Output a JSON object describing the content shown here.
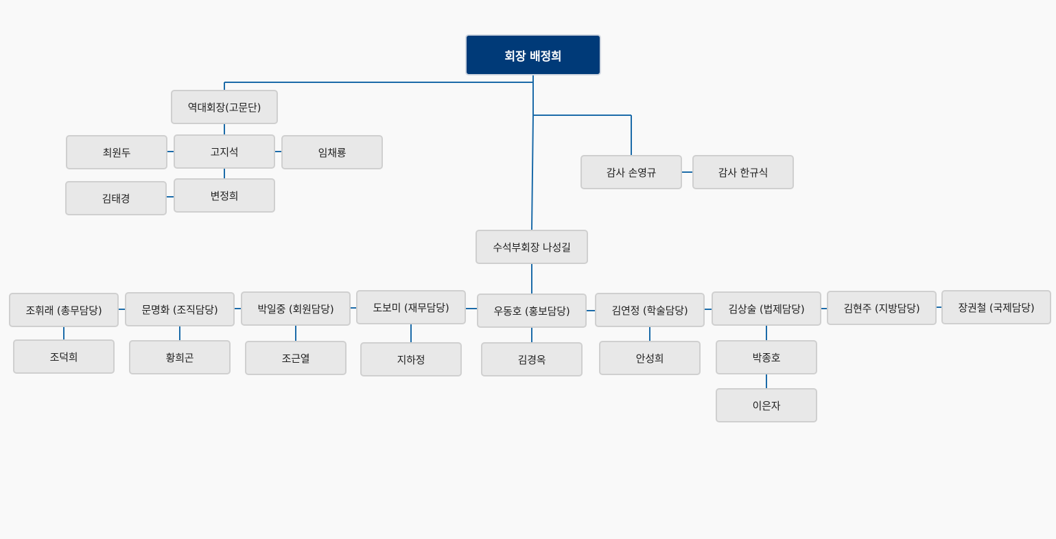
{
  "president": "회장 배정희",
  "advisors": {
    "head": "역대회장(고문단)",
    "members": [
      "최원두",
      "고지석",
      "임채룡",
      "김태경",
      "변정희"
    ]
  },
  "auditors": [
    "감사 손영규",
    "감사 한규식"
  ],
  "senior_vp": "수석부회장 나성길",
  "departments": [
    {
      "head": "조휘래 (총무담당)",
      "members": [
        "조덕희"
      ]
    },
    {
      "head": "문명화 (조직담당)",
      "members": [
        "황희곤"
      ]
    },
    {
      "head": "박일중 (회원담당)",
      "members": [
        "조근열"
      ]
    },
    {
      "head": "도보미 (재무담당)",
      "members": [
        "지하정"
      ]
    },
    {
      "head": "우동호 (홍보담당)",
      "members": [
        "김경옥"
      ]
    },
    {
      "head": "김연정 (학술담당)",
      "members": [
        "안성희"
      ]
    },
    {
      "head": "김상술 (법제담당)",
      "members": [
        "박종호",
        "이은자"
      ]
    },
    {
      "head": "김현주 (지방담당)",
      "members": []
    },
    {
      "head": "장권철 (국제담당)",
      "members": []
    }
  ],
  "colors": {
    "connector": "#1a6aa8",
    "top_box_fill": "#003a78",
    "box_fill": "#e8e8e8",
    "box_border": "#cfcfcf",
    "background": "#f9f9f9"
  }
}
